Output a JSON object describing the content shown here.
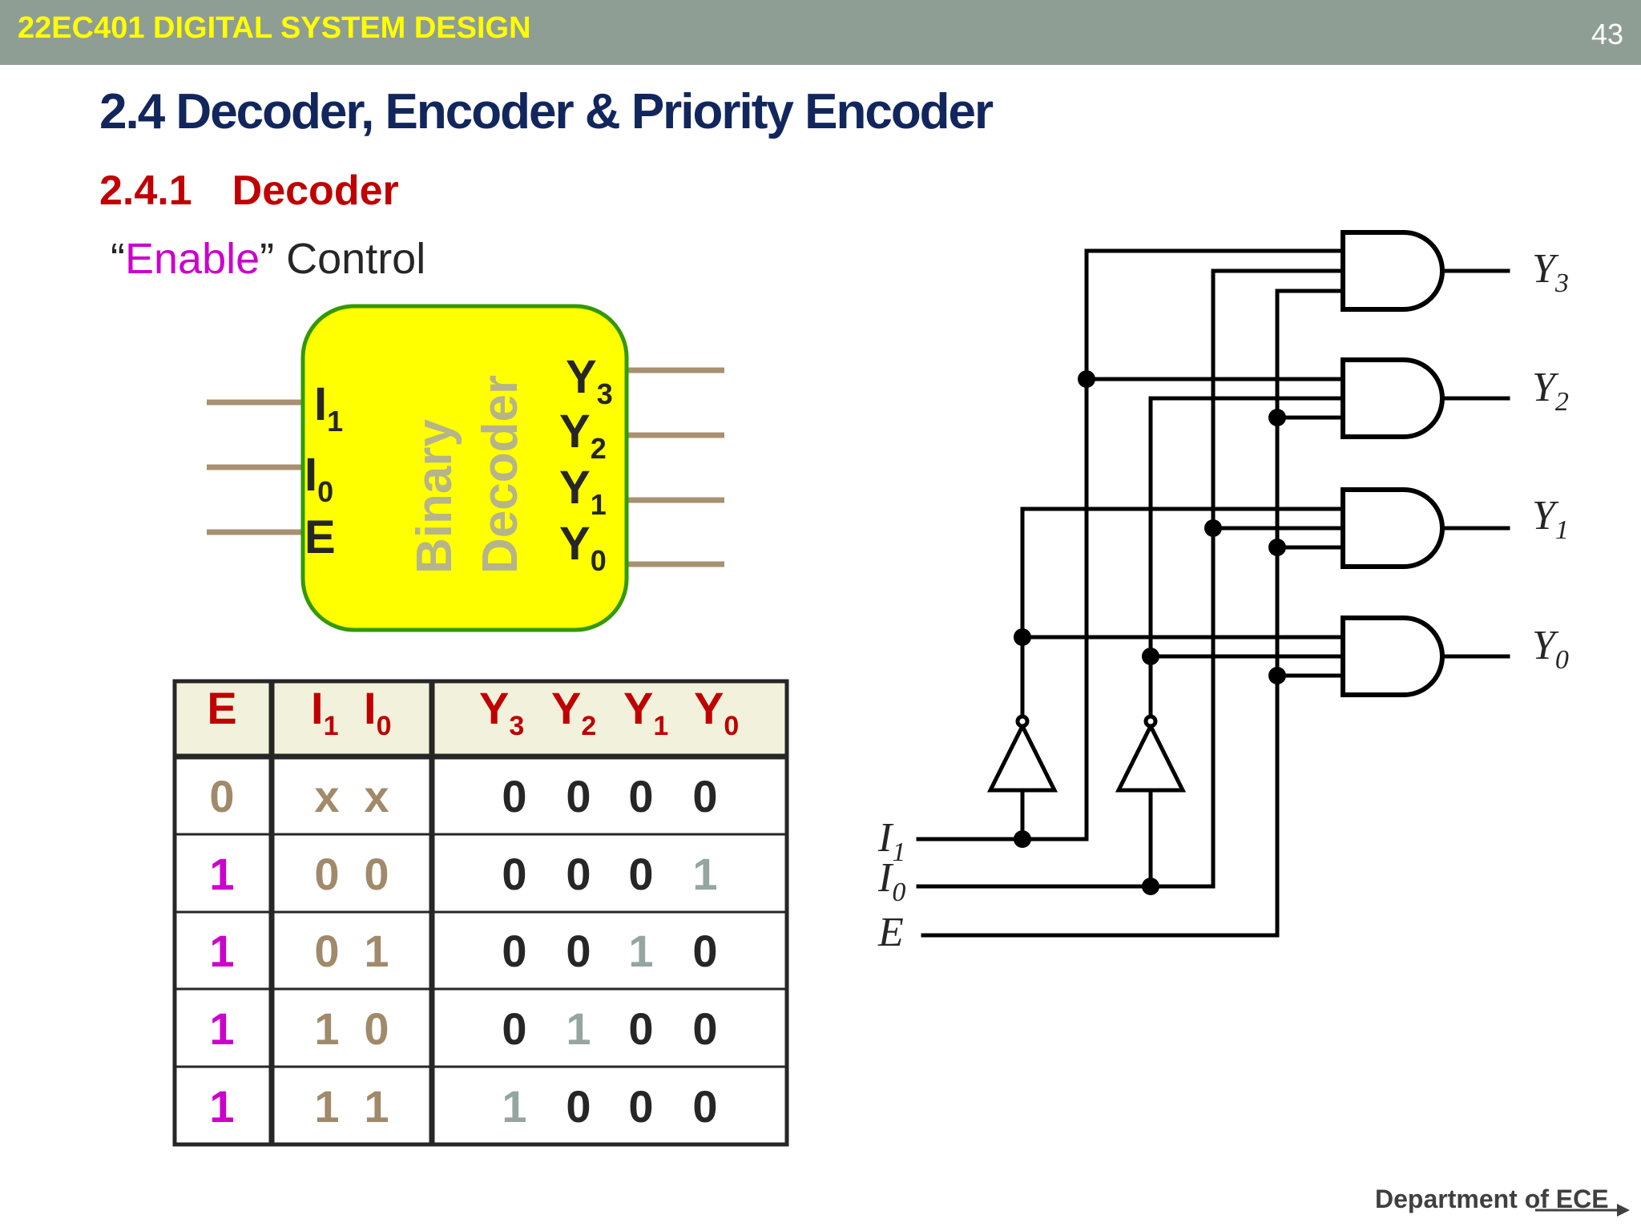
{
  "header": {
    "course": "22EC401 DIGITAL SYSTEM DESIGN",
    "page_number": "43"
  },
  "title": "2.4 Decoder, Encoder & Priority Encoder",
  "subsection": {
    "number": "2.4.1",
    "name": "Decoder"
  },
  "enable_control": {
    "open_quote": "“",
    "word": "Enable",
    "close_quote": "”",
    "rest": " Control"
  },
  "block": {
    "name_line1": "Binary",
    "name_line2": "Decoder",
    "inputs": [
      {
        "letter": "I",
        "sub": "1"
      },
      {
        "letter": "I",
        "sub": "0"
      },
      {
        "letter": "E",
        "sub": ""
      }
    ],
    "outputs": [
      {
        "letter": "Y",
        "sub": "3"
      },
      {
        "letter": "Y",
        "sub": "2"
      },
      {
        "letter": "Y",
        "sub": "1"
      },
      {
        "letter": "Y",
        "sub": "0"
      }
    ]
  },
  "truth_table": {
    "headers": {
      "e": "E",
      "inputs": [
        {
          "letter": "I",
          "sub": "1"
        },
        {
          "letter": "I",
          "sub": "0"
        }
      ],
      "outputs": [
        {
          "letter": "Y",
          "sub": "3"
        },
        {
          "letter": "Y",
          "sub": "2"
        },
        {
          "letter": "Y",
          "sub": "1"
        },
        {
          "letter": "Y",
          "sub": "0"
        }
      ]
    },
    "rows": [
      {
        "e": "0",
        "inputs": [
          "x",
          "x"
        ],
        "outputs": [
          "0",
          "0",
          "0",
          "0"
        ],
        "active_output": -1
      },
      {
        "e": "1",
        "inputs": [
          "0",
          "0"
        ],
        "outputs": [
          "0",
          "0",
          "0",
          "1"
        ],
        "active_output": 3
      },
      {
        "e": "1",
        "inputs": [
          "0",
          "1"
        ],
        "outputs": [
          "0",
          "0",
          "1",
          "0"
        ],
        "active_output": 2
      },
      {
        "e": "1",
        "inputs": [
          "1",
          "0"
        ],
        "outputs": [
          "0",
          "1",
          "0",
          "0"
        ],
        "active_output": 1
      },
      {
        "e": "1",
        "inputs": [
          "1",
          "1"
        ],
        "outputs": [
          "1",
          "0",
          "0",
          "0"
        ],
        "active_output": 0
      }
    ]
  },
  "circuit": {
    "inputs": [
      {
        "letter": "I",
        "sub": "1"
      },
      {
        "letter": "I",
        "sub": "0"
      },
      {
        "letter": "E",
        "sub": ""
      }
    ],
    "outputs": [
      {
        "letter": "Y",
        "sub": "3"
      },
      {
        "letter": "Y",
        "sub": "2"
      },
      {
        "letter": "Y",
        "sub": "1"
      },
      {
        "letter": "Y",
        "sub": "0"
      }
    ]
  },
  "footer": "Department of ECE",
  "colors": {
    "header_bg": "#8f9e94",
    "course_text": "#ffff00",
    "title": "#12265e",
    "subsection": "#c00000",
    "enable_word": "#cc00cc",
    "block_fill": "#ffff00",
    "block_border": "#339900",
    "block_label": "#b5b48a",
    "pin_line": "#a89070",
    "table_header_bg": "#f2f2dc",
    "table_header_text": "#c00000",
    "e_zero": "#a08a6a",
    "e_one": "#cc00cc",
    "input_values": "#a08a6a",
    "active_output": "#95a5a0",
    "output_values": "#262626"
  }
}
